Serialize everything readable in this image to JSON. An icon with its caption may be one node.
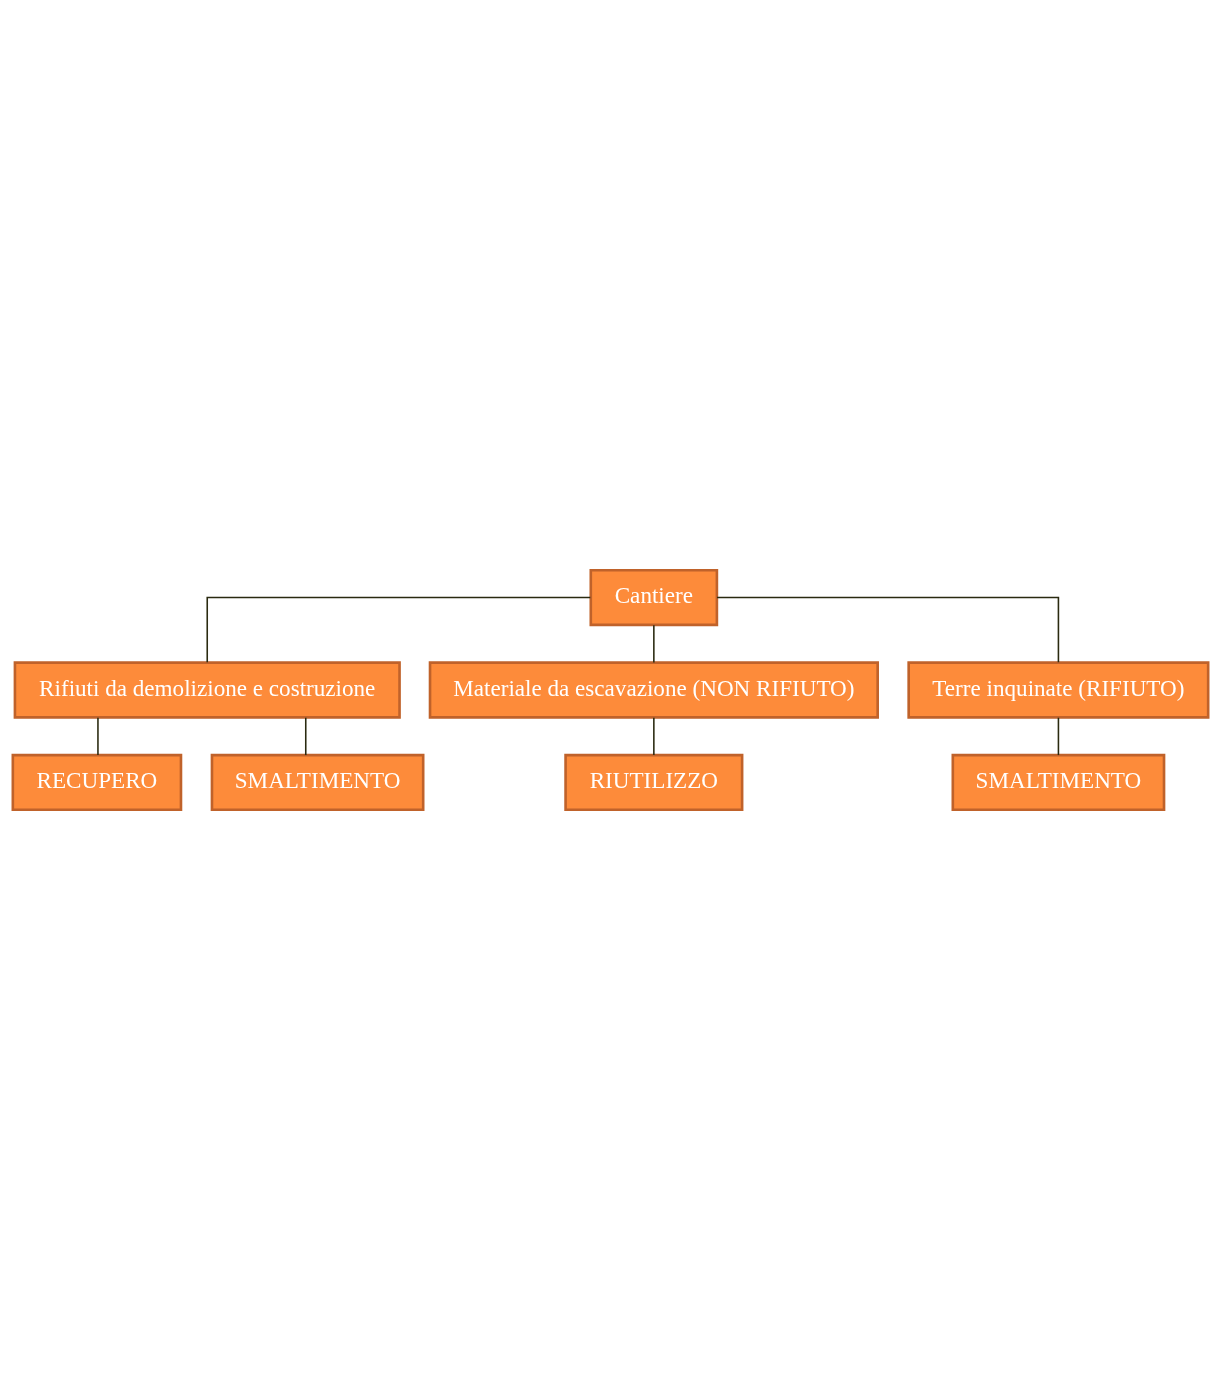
{
  "diagram": {
    "nodes": [
      {
        "text": [
          "Cantiere"
        ]
      },
      {
        "text": [
          "Rifiuti da demolizione e costruzione"
        ]
      },
      {
        "text": [
          "RECUPERO"
        ]
      },
      {
        "text": [
          "SMALTIMENTO"
        ]
      },
      {
        "text": [
          "Materiale da escavazione (NON RIFIUTO)"
        ]
      },
      {
        "text": [
          "RIUTILIZZO"
        ]
      },
      {
        "text": [
          "Terre inquinate (RIFIUTO)"
        ]
      },
      {
        "text": [
          "SMALTIMENTO"
        ]
      }
    ],
    "edges": [
      {
        "from": 0,
        "to": 1,
        "arrow": "none"
      },
      {
        "from": 1,
        "to": 2,
        "arrow": "none"
      },
      {
        "from": 1,
        "to": 3,
        "arrow": "none"
      },
      {
        "from": 0,
        "to": 4,
        "arrow": "none"
      },
      {
        "from": 4,
        "to": 5,
        "arrow": "none"
      },
      {
        "from": 0,
        "to": 6,
        "arrow": "none"
      },
      {
        "from": 6,
        "to": 7,
        "arrow": "none"
      }
    ]
  }
}
